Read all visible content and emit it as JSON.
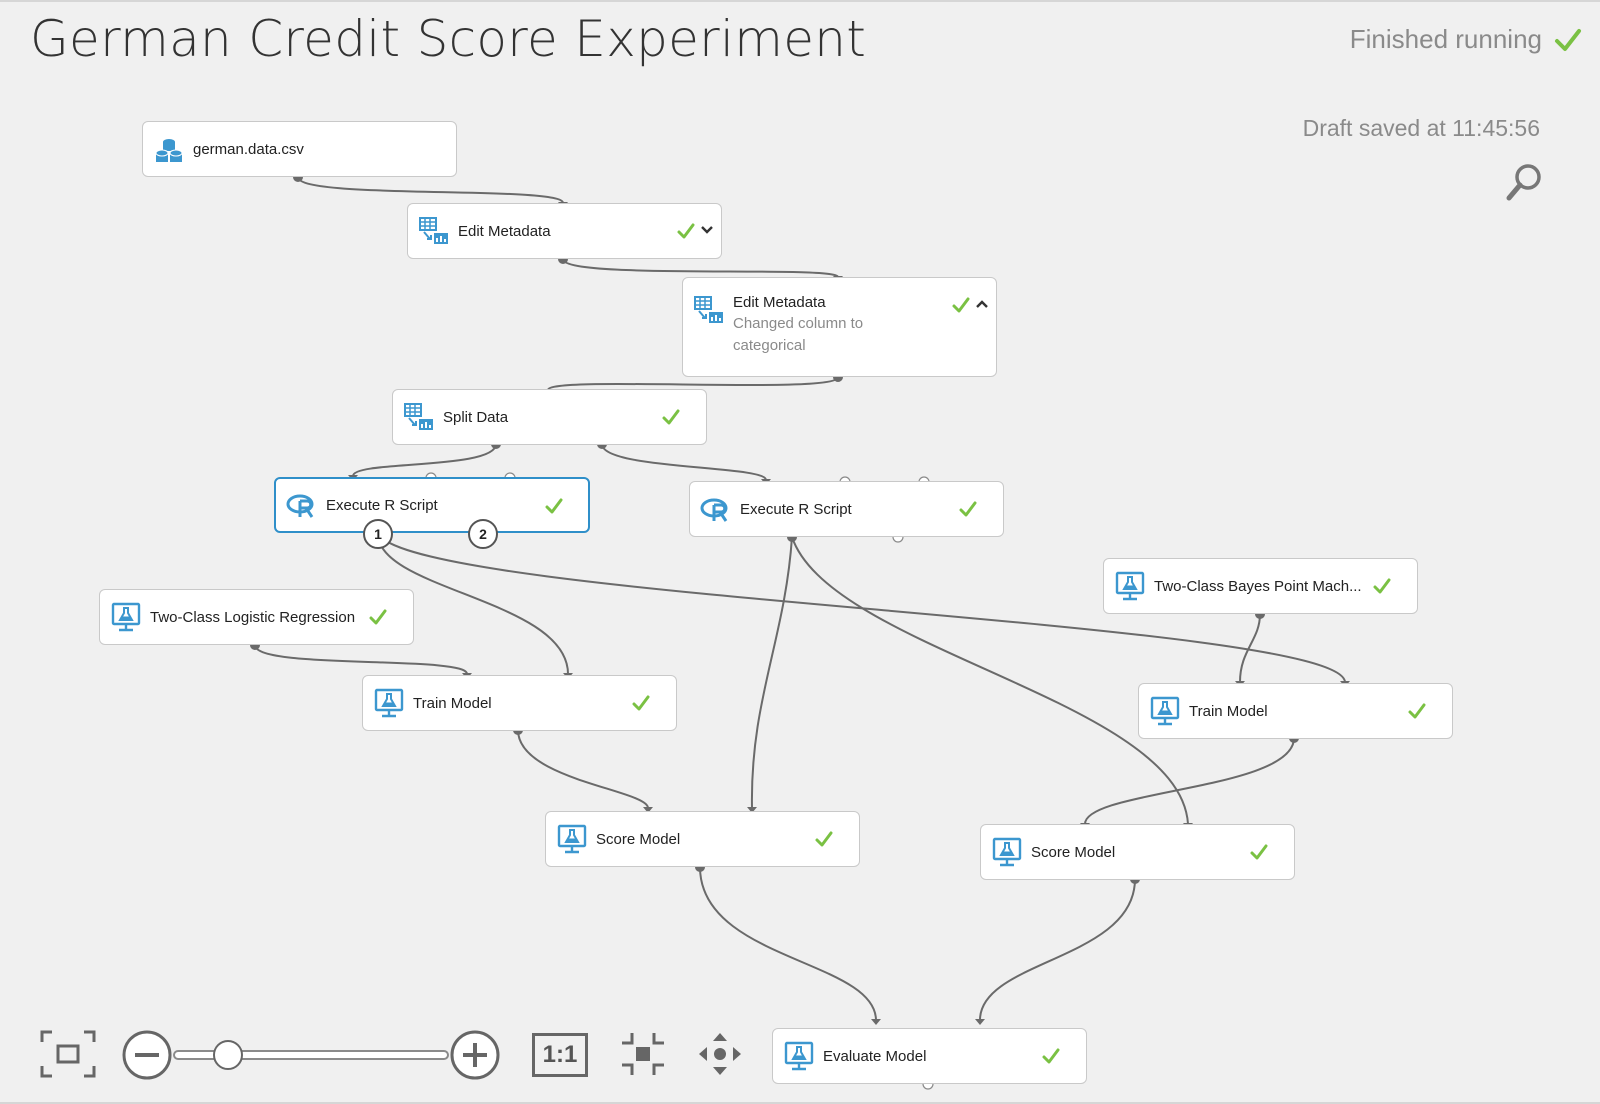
{
  "header": {
    "title": "German Credit Score Experiment",
    "status": "Finished running",
    "draft": "Draft saved at 11:45:56"
  },
  "colors": {
    "accent": "#2f8fc9",
    "check": "#7ac143",
    "edge": "#6a6a6a",
    "icon": "#3c97cf"
  },
  "nodes": {
    "dataset": {
      "label": "german.data.csv",
      "icon": "dataset-icon"
    },
    "edit_metadata_1": {
      "label": "Edit Metadata",
      "icon": "metadata-icon",
      "status": "finished"
    },
    "edit_metadata_2": {
      "label": "Edit Metadata",
      "sublabel": "Changed column to categorical",
      "icon": "metadata-icon",
      "status": "finished"
    },
    "split_data": {
      "label": "Split Data",
      "icon": "metadata-icon",
      "status": "finished"
    },
    "execute_r_1": {
      "label": "Execute R Script",
      "icon": "r-icon",
      "status": "finished",
      "selected": true,
      "ports": [
        "1",
        "2"
      ]
    },
    "execute_r_2": {
      "label": "Execute R Script",
      "icon": "r-icon",
      "status": "finished"
    },
    "logistic": {
      "label": "Two-Class Logistic Regression",
      "icon": "model-icon",
      "status": "finished"
    },
    "bayes": {
      "label": "Two-Class Bayes Point Mach...",
      "icon": "model-icon",
      "status": "finished"
    },
    "train_1": {
      "label": "Train Model",
      "icon": "model-icon",
      "status": "finished"
    },
    "train_2": {
      "label": "Train Model",
      "icon": "model-icon",
      "status": "finished"
    },
    "score_1": {
      "label": "Score Model",
      "icon": "model-icon",
      "status": "finished"
    },
    "score_2": {
      "label": "Score Model",
      "icon": "model-icon",
      "status": "finished"
    },
    "evaluate": {
      "label": "Evaluate Model",
      "icon": "model-icon",
      "status": "finished"
    }
  },
  "toolbar": {
    "fit_icon": "fit-screen-icon",
    "zoom_out_icon": "zoom-out-icon",
    "zoom_level": 0.2,
    "zoom_in_icon": "zoom-in-icon",
    "actual_size_label": "1:1",
    "center_icon": "center-icon",
    "pan_icon": "pan-icon"
  }
}
